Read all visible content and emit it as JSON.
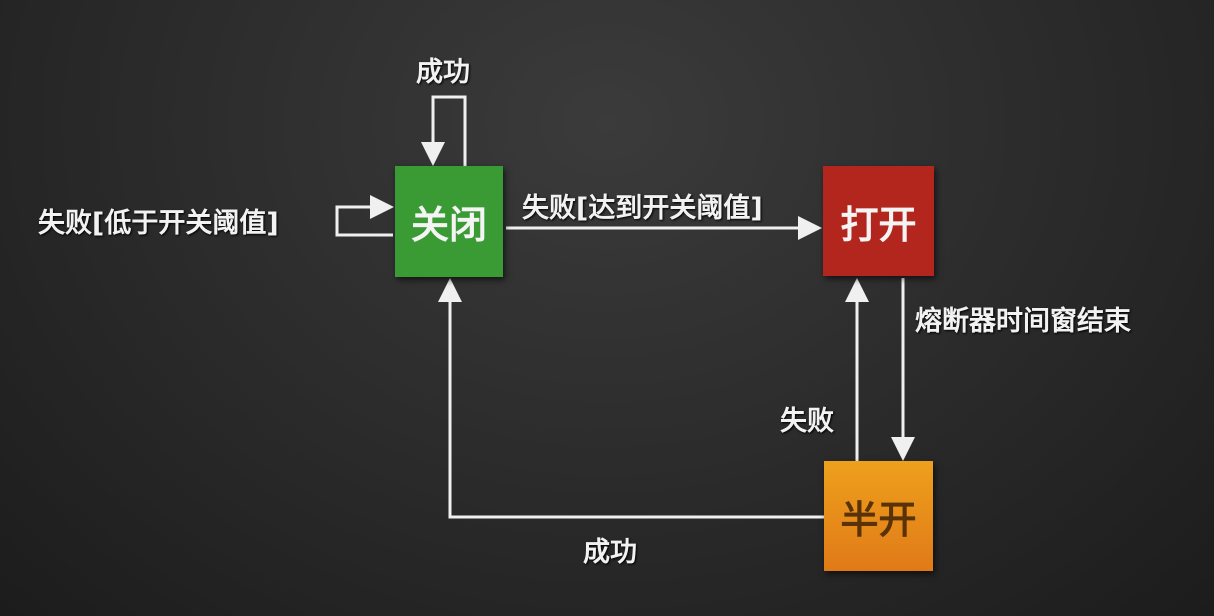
{
  "states": {
    "closed": {
      "label": "关闭",
      "color": "#3a9a33"
    },
    "open": {
      "label": "打开",
      "color": "#b3261e"
    },
    "half_open": {
      "label": "半开",
      "color": "#e8901a"
    }
  },
  "transitions": {
    "closed_self_success": "成功",
    "closed_self_failure": "失败[低于开关阈值]",
    "closed_to_open": "失败[达到开关阈值]",
    "open_to_half_open": "熔断器时间窗结束",
    "half_open_to_open": "失败",
    "half_open_to_closed": "成功"
  }
}
